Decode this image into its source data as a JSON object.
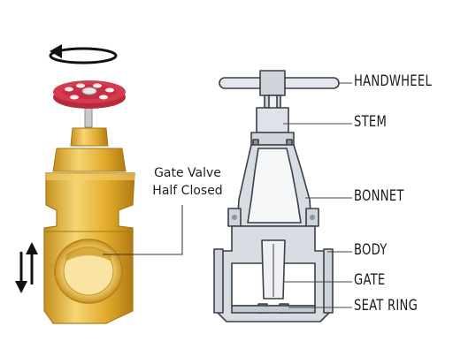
{
  "caption": {
    "line1": "Gate Valve",
    "line2": "Half Closed"
  },
  "labels": {
    "handwheel": "HANDWHEEL",
    "stem": "STEM",
    "bonnet": "BONNET",
    "body": "BODY",
    "gate": "GATE",
    "seat_ring": "SEAT RING"
  },
  "colors": {
    "brass": "#e0ac2e",
    "brass_dark": "#b98418",
    "brass_light": "#f6d777",
    "wheel_red": "#d63a4e",
    "section_fill": "#d8dde4",
    "section_stroke": "#3a3f48"
  },
  "icons": [
    "rotate-arrow-icon",
    "up-down-arrows-icon"
  ]
}
